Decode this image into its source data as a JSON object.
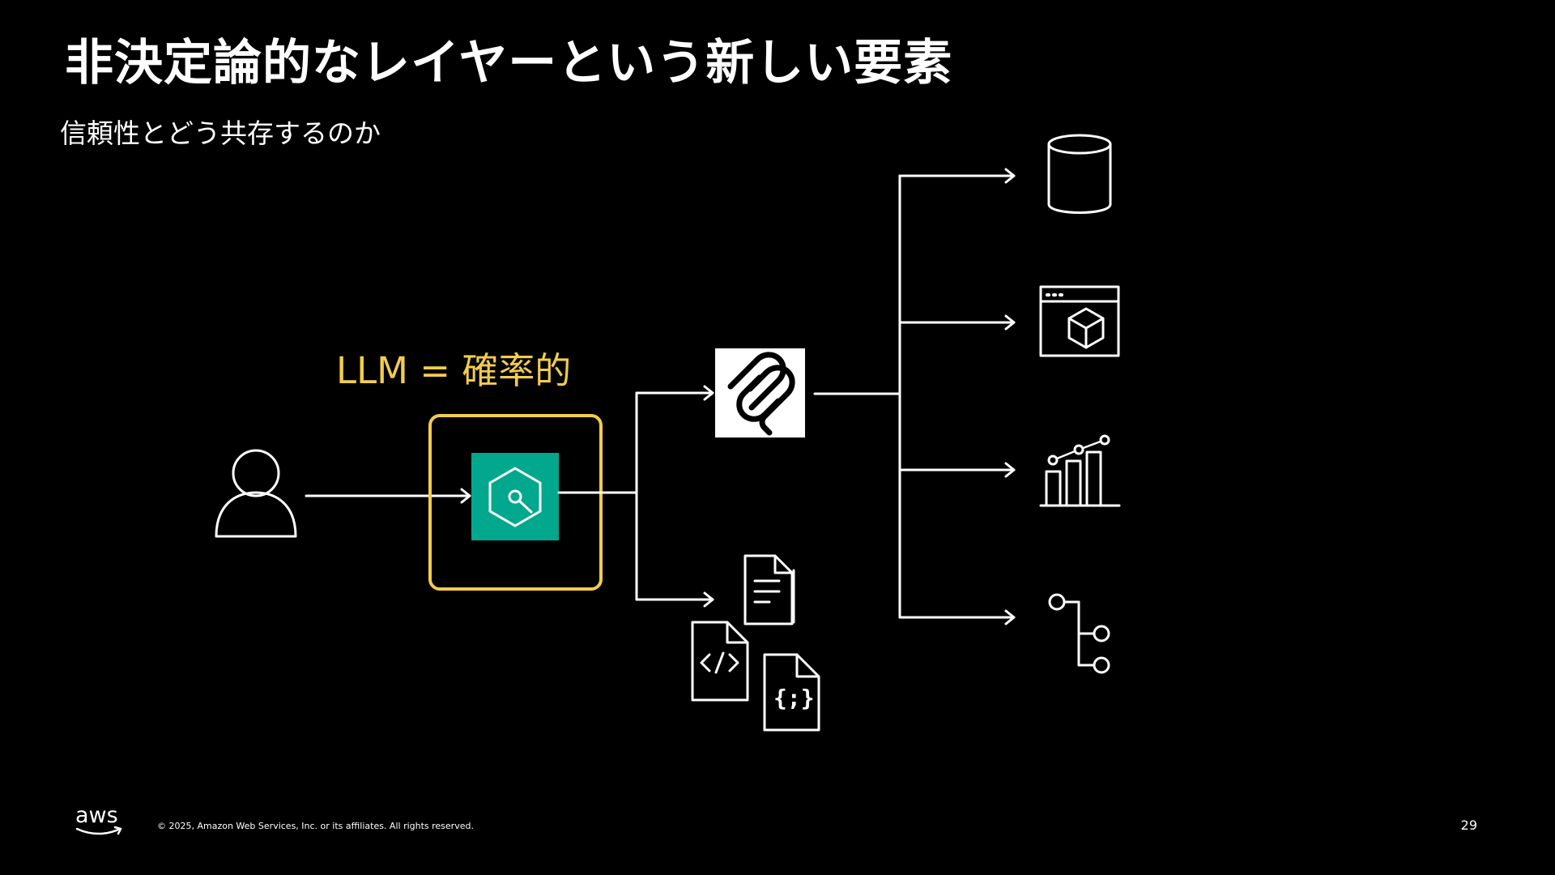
{
  "slide": {
    "title": "非決定論的なレイヤーという新しい要素",
    "subtitle": "信頼性とどう共存するのか",
    "page_number": "29"
  },
  "diagram": {
    "llm_label": "LLM = 確率的",
    "llm_label_color": "#f2cc4c",
    "model_tile_color": "#01a88d",
    "nodes": {
      "user": "user-icon",
      "model": "ai-model-icon",
      "mcp": "mcp-icon",
      "documents": [
        "document-icon",
        "code-file-icon",
        "json-file-icon"
      ],
      "targets": [
        "database-icon",
        "application-window-icon",
        "analytics-chart-icon",
        "git-branch-icon"
      ]
    }
  },
  "footer": {
    "logo": "aws",
    "copyright": "© 2025, Amazon Web Services, Inc. or its affiliates. All rights reserved."
  }
}
